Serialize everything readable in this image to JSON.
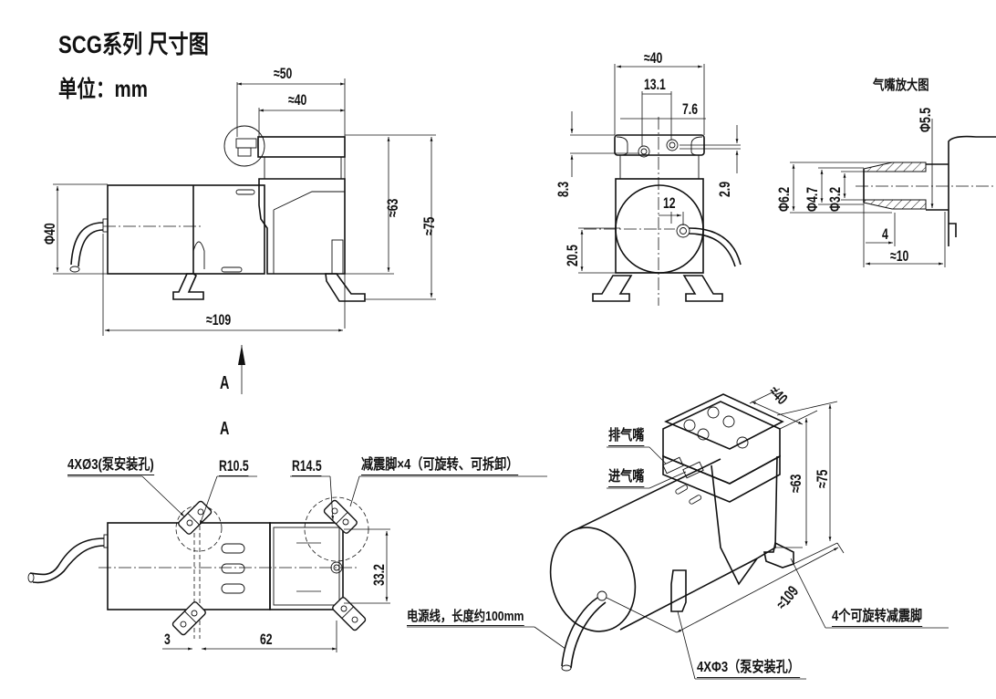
{
  "header": {
    "title": "SCG系列  尺寸图",
    "unit_label": "单位：mm"
  },
  "side_view": {
    "dims": {
      "overall_length": "≈50",
      "head_length": "≈40",
      "body_height": "≈63",
      "total_height": "≈75",
      "motor_diameter": "Φ40",
      "total_length": "≈109"
    }
  },
  "front_view": {
    "dims": {
      "width": "≈40",
      "port_spacing": "13.1",
      "port_offset": "7.6",
      "port_height": "8.3",
      "port_gap": "2.9",
      "cable_offset": "12",
      "axis_height": "20.5"
    }
  },
  "nozzle_detail": {
    "title": "气嘴放大图",
    "dims": {
      "base_diameter": "Φ5.5",
      "outer_diameter": "Φ6.2",
      "mid_diameter": "Φ4.7",
      "inner_diameter": "Φ3.2",
      "barb_length": "4",
      "total_length": "≈10"
    }
  },
  "view_marker": {
    "arrow_label": "A",
    "view_label": "A"
  },
  "bottom_view": {
    "callouts": {
      "mount_holes": "4XØ3(泵安装孔)",
      "radius_small": "R10.5",
      "radius_large": "R14.5",
      "feet": "减震脚×4（可旋转、可拆卸）"
    },
    "dims": {
      "edge_offset": "3",
      "hole_spacing": "62",
      "hole_width": "33.2"
    }
  },
  "iso_view": {
    "callouts": {
      "exhaust": "排气嘴",
      "intake": "进气嘴",
      "cable": "电源线，长度约100mm",
      "mount_holes": "4XΦ3（泵安装孔）",
      "feet": "4个可旋转减震脚"
    },
    "dims": {
      "width": "≈40",
      "body_height": "≈63",
      "total_height": "≈75",
      "length": "≈109"
    }
  }
}
